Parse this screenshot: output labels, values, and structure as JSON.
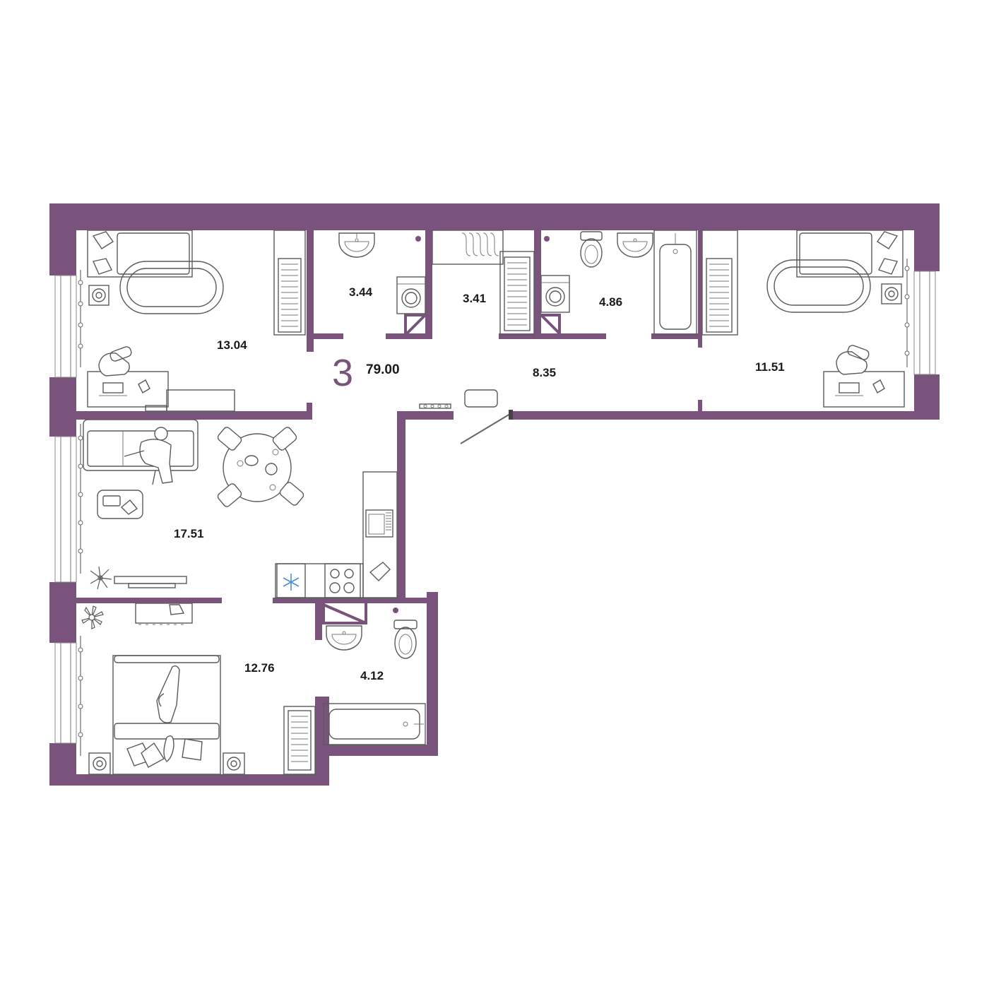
{
  "colors": {
    "wall": "#79537c",
    "furniture_line": "#5a5a5a",
    "snowflake": "#4a8fd6"
  },
  "plan": {
    "rooms_count": "3",
    "total_area": "79.00",
    "rooms": [
      {
        "id": "bedroom-left",
        "area": "13.04"
      },
      {
        "id": "bathroom-small",
        "area": "3.44"
      },
      {
        "id": "laundry",
        "area": "3.41"
      },
      {
        "id": "bathroom-right",
        "area": "4.86"
      },
      {
        "id": "hallway",
        "area": "8.35"
      },
      {
        "id": "bedroom-right",
        "area": "11.51"
      },
      {
        "id": "living-kitchen",
        "area": "17.51"
      },
      {
        "id": "bedroom-bottom",
        "area": "12.76"
      },
      {
        "id": "bathroom-bottom",
        "area": "4.12"
      }
    ]
  },
  "icons": [
    "bed-icon",
    "desk-icon",
    "chair-icon",
    "sofa-icon",
    "dining-table-icon",
    "stove-icon",
    "sink-icon",
    "toilet-icon",
    "bathtub-icon",
    "washing-machine-icon",
    "radiator-icon",
    "fridge-snowflake-icon",
    "plant-icon",
    "tv-icon",
    "door-swing-icon"
  ]
}
